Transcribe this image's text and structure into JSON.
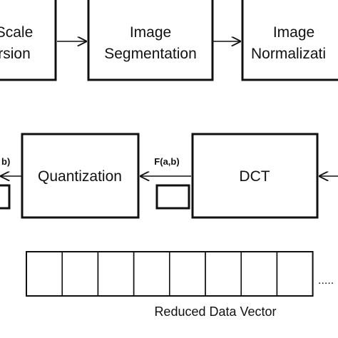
{
  "nodes": {
    "gray_scale": {
      "line1": "Scale",
      "line2": "rsion"
    },
    "segmentation": {
      "line1": "Image",
      "line2": "Segmentation"
    },
    "normalization": {
      "line1": "Image",
      "line2": "Normalizati"
    },
    "quantization": {
      "label": "Quantization"
    },
    "dct": {
      "label": "DCT"
    }
  },
  "edge_labels": {
    "dct_to_quantization": "F(a,b)",
    "quantization_output_partial": "b)"
  },
  "vector": {
    "caption": "Reduced Data Vector",
    "cell_count": 8,
    "ellipsis": "....."
  }
}
